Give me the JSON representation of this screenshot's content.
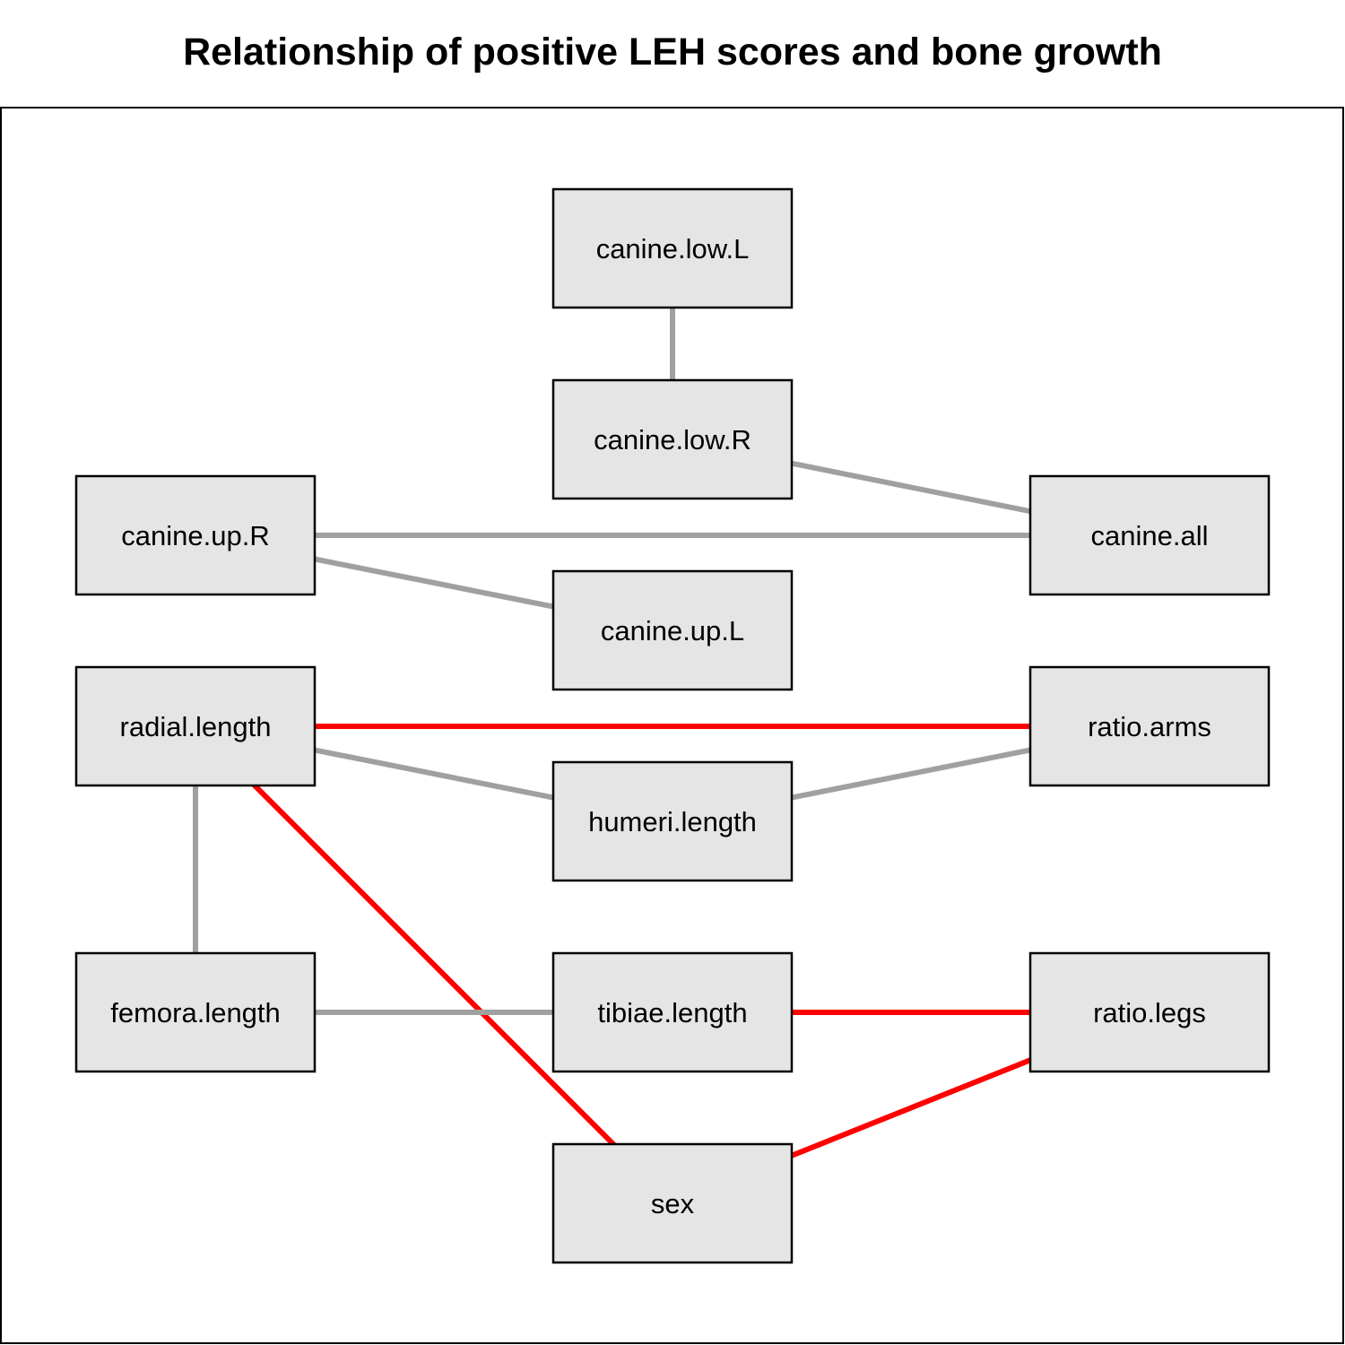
{
  "title": "Relationship of positive LEH scores and bone growth",
  "colors": {
    "positive": "#ff0000",
    "neutral": "#a0a0a0",
    "node_fill": "#e5e5e5",
    "node_border": "#000000"
  },
  "nodes": [
    {
      "id": "canine_low_L",
      "label": "canine.low.L"
    },
    {
      "id": "canine_low_R",
      "label": "canine.low.R"
    },
    {
      "id": "canine_up_R",
      "label": "canine.up.R"
    },
    {
      "id": "canine_all",
      "label": "canine.all"
    },
    {
      "id": "canine_up_L",
      "label": "canine.up.L"
    },
    {
      "id": "radial_length",
      "label": "radial.length"
    },
    {
      "id": "ratio_arms",
      "label": "ratio.arms"
    },
    {
      "id": "humeri_length",
      "label": "humeri.length"
    },
    {
      "id": "femora_length",
      "label": "femora.length"
    },
    {
      "id": "tibiae_length",
      "label": "tibiae.length"
    },
    {
      "id": "ratio_legs",
      "label": "ratio.legs"
    },
    {
      "id": "sex",
      "label": "sex"
    }
  ],
  "edges": [
    {
      "from": "canine_low_L",
      "to": "canine_low_R",
      "type": "neutral"
    },
    {
      "from": "canine_low_R",
      "to": "canine_all",
      "type": "neutral"
    },
    {
      "from": "canine_up_R",
      "to": "canine_all",
      "type": "neutral"
    },
    {
      "from": "canine_up_R",
      "to": "canine_up_L",
      "type": "neutral"
    },
    {
      "from": "radial_length",
      "to": "ratio_arms",
      "type": "positive"
    },
    {
      "from": "radial_length",
      "to": "humeri_length",
      "type": "neutral"
    },
    {
      "from": "humeri_length",
      "to": "ratio_arms",
      "type": "neutral"
    },
    {
      "from": "radial_length",
      "to": "femora_length",
      "type": "neutral"
    },
    {
      "from": "radial_length",
      "to": "sex",
      "type": "positive"
    },
    {
      "from": "femora_length",
      "to": "tibiae_length",
      "type": "neutral"
    },
    {
      "from": "tibiae_length",
      "to": "ratio_legs",
      "type": "positive"
    },
    {
      "from": "sex",
      "to": "ratio_legs",
      "type": "positive"
    }
  ]
}
